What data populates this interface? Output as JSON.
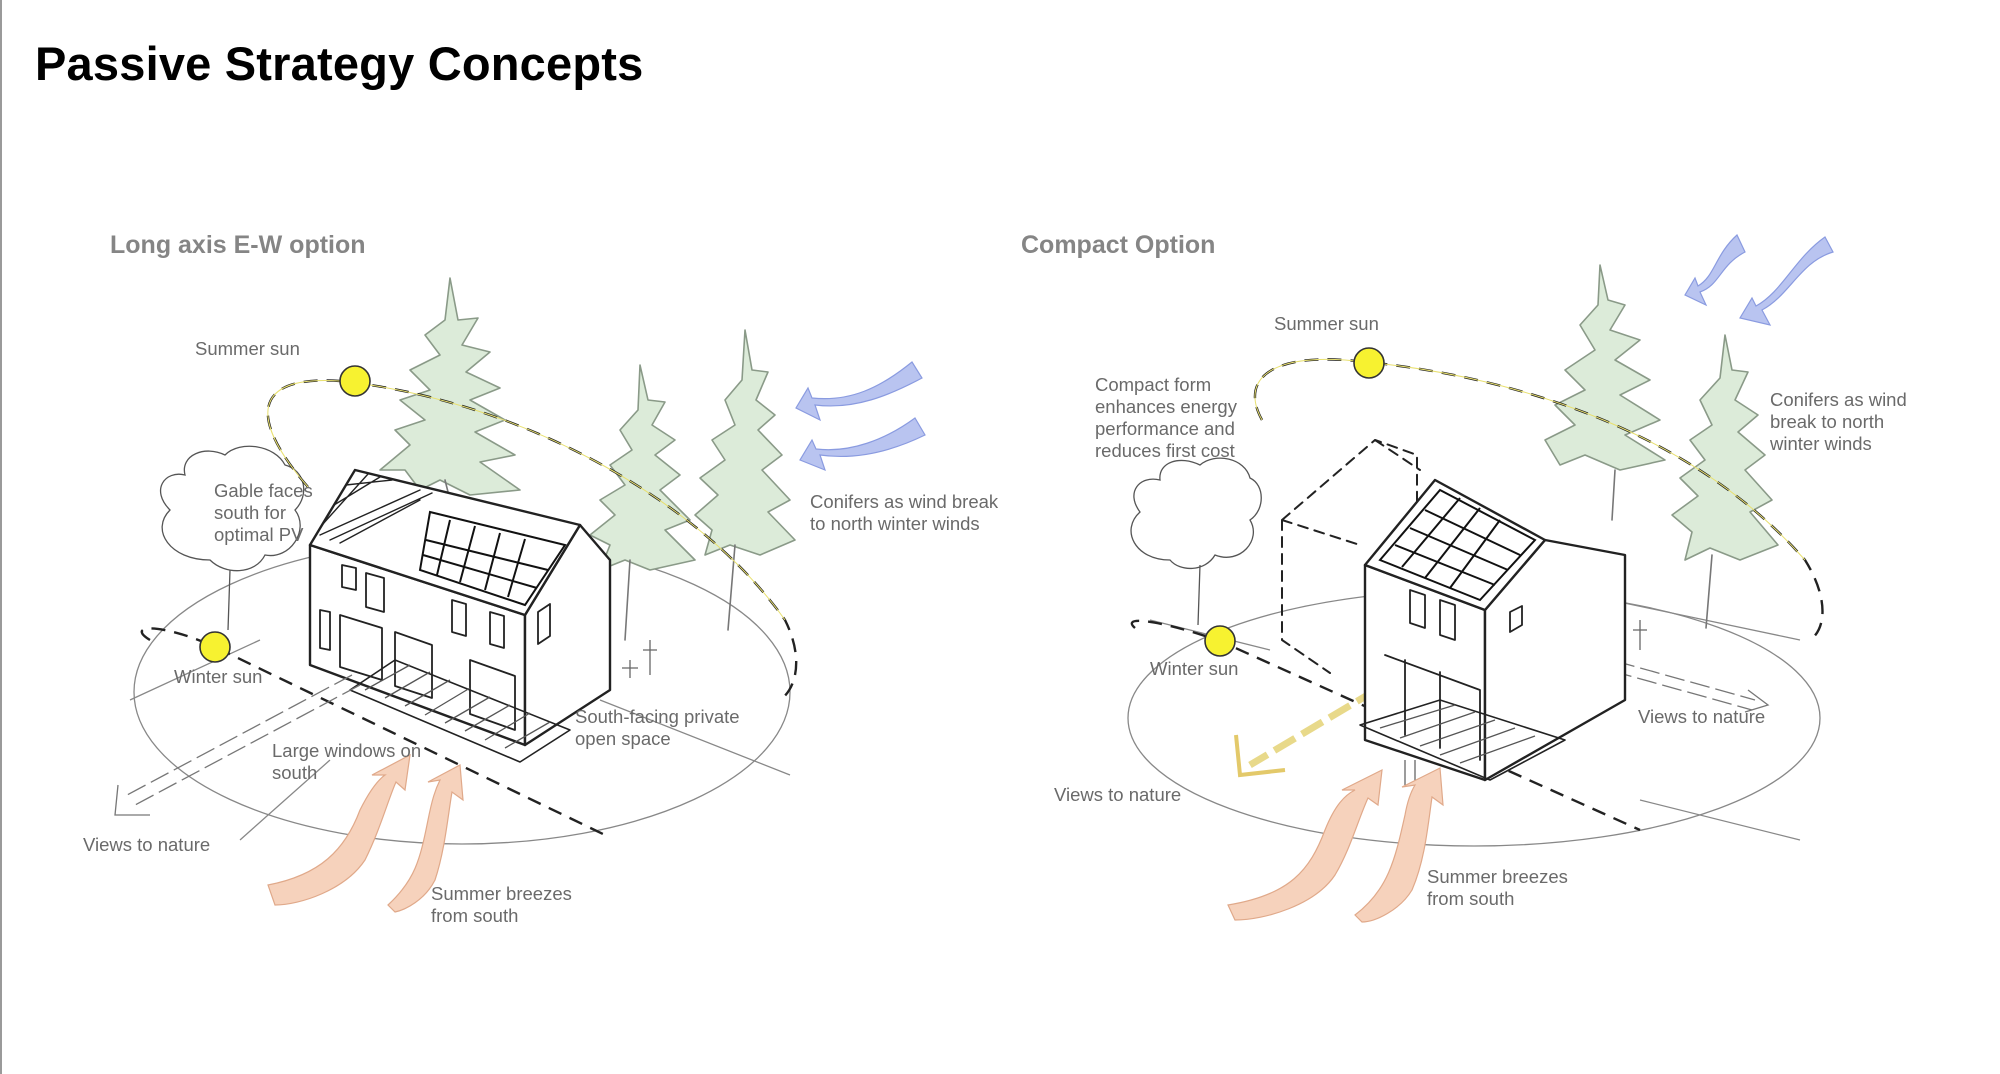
{
  "page": {
    "title": "Passive Strategy Concepts"
  },
  "left_option": {
    "heading": "Long axis E-W option",
    "labels": {
      "summer_sun": "Summer sun",
      "gable": "Gable faces\nsouth for\noptimal PV",
      "winter_sun": "Winter sun",
      "large_windows": "Large windows on\nsouth",
      "views": "Views to nature",
      "breezes": "Summer breezes\nfrom south",
      "open_space": "South-facing private\nopen space",
      "conifers": "Conifers as wind break\nto north winter winds"
    }
  },
  "right_option": {
    "heading": "Compact Option",
    "labels": {
      "summer_sun": "Summer sun",
      "compact_form": "Compact form\nenhances energy\nperformance and\nreduces first cost",
      "winter_sun": "Winter sun",
      "views_left": "Views to nature",
      "breezes": "Summer breezes\nfrom south",
      "views_right": "Views to nature",
      "conifers": "Conifers as wind\nbreak to north\nwinter winds"
    }
  },
  "colors": {
    "sun": "#f7f230",
    "tree": "#dcebd9",
    "wind": "#b9c4f0",
    "breeze": "#f6d2bc"
  }
}
